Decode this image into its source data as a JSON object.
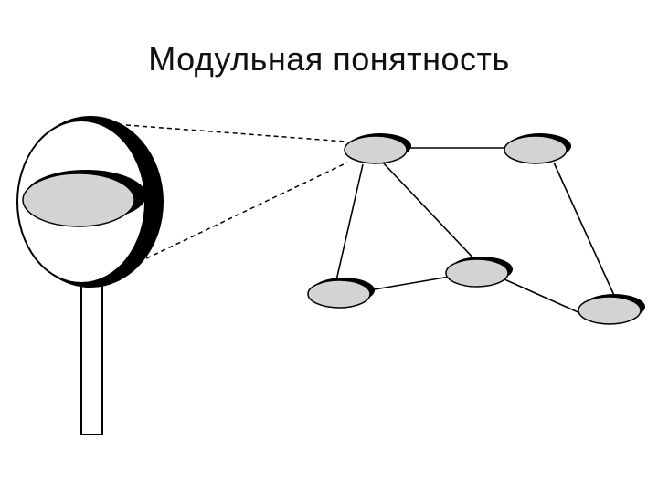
{
  "slide": {
    "title": "Модульная понятность"
  },
  "colors": {
    "background": "#ffffff",
    "stroke": "#000000",
    "node_fill": "#d3d3d3"
  },
  "diagram": {
    "magnifier": {
      "icon": "magnifying-glass-icon",
      "shows": "module"
    },
    "nodes": [
      "node-1",
      "node-2",
      "node-3",
      "node-4",
      "node-5"
    ],
    "edges": [
      [
        "node-1",
        "node-2"
      ],
      [
        "node-1",
        "node-3"
      ],
      [
        "node-1",
        "node-4"
      ],
      [
        "node-3",
        "node-4"
      ],
      [
        "node-2",
        "node-5"
      ],
      [
        "node-4",
        "node-5"
      ]
    ]
  }
}
